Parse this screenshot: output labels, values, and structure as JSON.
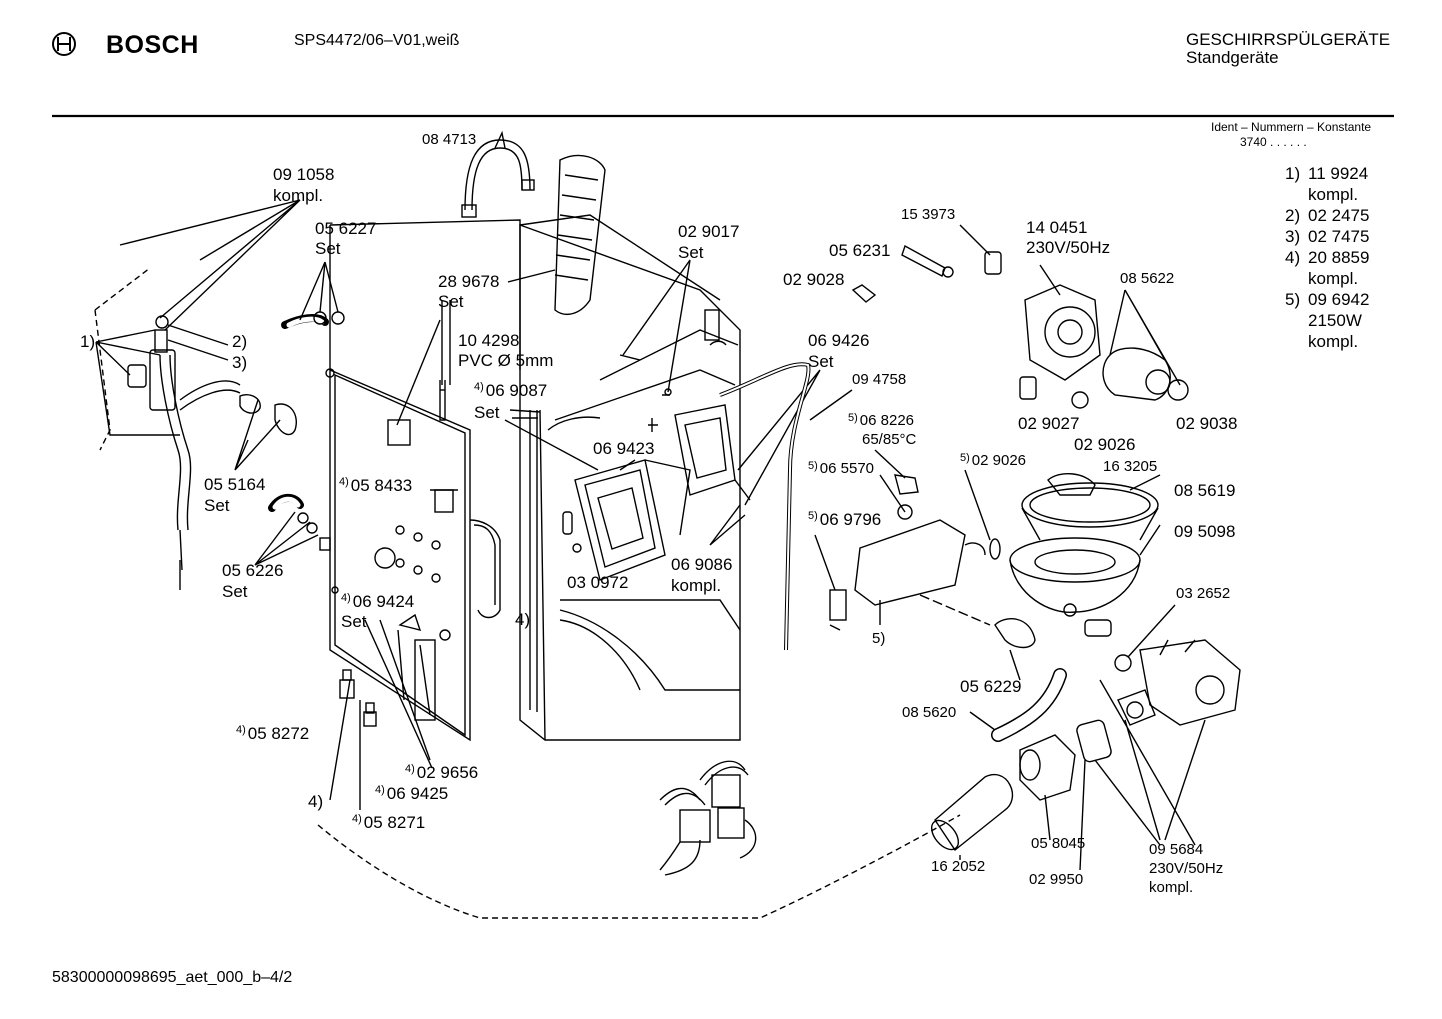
{
  "header": {
    "brand": "BOSCH",
    "model": "SPS4472/06–V01,weiß",
    "category": "GESCHIRRSPÜLGERÄTE",
    "subcategory": "Standgeräte",
    "ident_label": "Ident – Nummern – Konstante",
    "ident_value": "3740 . . . . . ."
  },
  "legend": [
    {
      "num": "1)",
      "lines": [
        "11 9924",
        "kompl."
      ]
    },
    {
      "num": "2)",
      "lines": [
        "02 2475"
      ]
    },
    {
      "num": "3)",
      "lines": [
        "02 7475"
      ]
    },
    {
      "num": "4)",
      "lines": [
        "20 8859",
        "kompl."
      ]
    },
    {
      "num": "5)",
      "lines": [
        "09 6942",
        "2150W",
        "kompl."
      ]
    }
  ],
  "labels": {
    "p084713": "08 4713",
    "p091058": "09 1058",
    "p091058b": "kompl.",
    "p056227": "05 6227",
    "p056227b": "Set",
    "p289678": "28 9678",
    "p289678b": "Set",
    "p029017": "02 9017",
    "p029017b": "Set",
    "p029028": "02 9028",
    "p153973": "15 3973",
    "p056231": "05 6231",
    "p140451": "14 0451",
    "p140451b": "230V/50Hz",
    "p085622": "08 5622",
    "ref1": "1)",
    "ref2": "2)",
    "ref3": "3)",
    "p104298": "10 4298",
    "p104298b": "PVC Ø 5mm",
    "p069087": "06 9087",
    "p069087b": "Set",
    "p069426": "06 9426",
    "p069426b": "Set",
    "p094758": "09 4758",
    "p029027": "02 9027",
    "p029026a": "02 9026",
    "p029038": "02 9038",
    "p068226": "06 8226",
    "p068226b": "65/85°C",
    "p065570": "06 5570",
    "p029026b": "02 9026",
    "p163205": "16 3205",
    "p085619": "08 5619",
    "p055164": "05 5164",
    "p055164b": "Set",
    "p058433": "05 8433",
    "p069423": "06 9423",
    "p069796": "06 9796",
    "p095098": "09 5098",
    "p069086": "06 9086",
    "p069086b": "kompl.",
    "p056226": "05 6226",
    "p056226b": "Set",
    "p030972": "03 0972",
    "p032652": "03 2652",
    "p069424": "06 9424",
    "p069424b": "Set",
    "ref4a": "4)",
    "ref5": "5)",
    "p056229": "05 6229",
    "p085620": "08 5620",
    "p058272": "05 8272",
    "p029656": "02 9656",
    "p069425": "06 9425",
    "ref4b": "4)",
    "p058271": "05 8271",
    "p058045": "05 8045",
    "p095684": "09 5684",
    "p095684b": "230V/50Hz",
    "p095684c": "kompl.",
    "p162052": "16 2052",
    "p029950": "02 9950",
    "sup4": "4)",
    "sup5": "5)"
  },
  "footer": {
    "doc_id": "58300000098695_aet_000_b–4/2"
  }
}
